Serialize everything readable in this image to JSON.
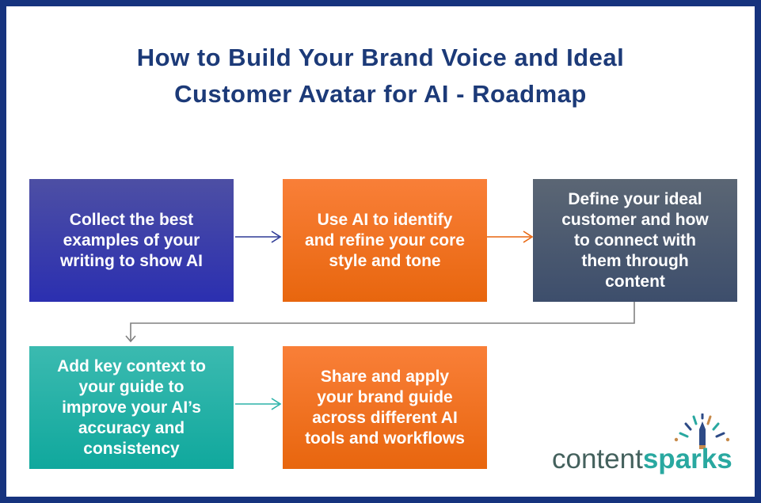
{
  "page": {
    "title": "How to Build Your Brand Voice and Ideal\nCustomer Avatar for AI - Roadmap",
    "title_color": "#1c3a78",
    "border_color": "#16337e",
    "background_color": "#ffffff"
  },
  "steps": [
    {
      "id": 1,
      "text": "Collect the best\nexamples of your\nwriting to show AI",
      "color_top": "#4d4fa4",
      "color_bottom": "#2b2fb0",
      "text_color": "#ffffff"
    },
    {
      "id": 2,
      "text": "Use AI to identify\nand refine your core\nstyle and tone",
      "color_top": "#f97f38",
      "color_bottom": "#e8660e",
      "text_color": "#ffffff"
    },
    {
      "id": 3,
      "text": "Define your ideal\ncustomer and how\nto connect with\nthem through\ncontent",
      "color_top": "#5b6674",
      "color_bottom": "#3d4e6c",
      "text_color": "#ffffff"
    },
    {
      "id": 4,
      "text": "Add key context to\nyour guide to\nimprove your AI’s\naccuracy and\nconsistency",
      "color_top": "#3bbab0",
      "color_bottom": "#10a89d",
      "text_color": "#ffffff"
    },
    {
      "id": 5,
      "text": "Share and apply\nyour brand guide\nacross different AI\ntools and workflows",
      "color_top": "#f97f38",
      "color_bottom": "#e8660e",
      "text_color": "#ffffff"
    }
  ],
  "connectors": [
    {
      "from": 1,
      "to": 2,
      "type": "straight-right",
      "color": "#2e3a96"
    },
    {
      "from": 2,
      "to": 3,
      "type": "straight-right",
      "color": "#e8650e"
    },
    {
      "from": 3,
      "to": 4,
      "type": "elbow-down-left-down",
      "color": "#808080"
    },
    {
      "from": 4,
      "to": 5,
      "type": "straight-right",
      "color": "#2bb3a9"
    }
  ],
  "logo": {
    "word_content": "content",
    "word_sparks": "sparks",
    "content_color": "#44615d",
    "sparks_color": "#29a8a0",
    "spark_ray_colors": [
      "#29a8a0",
      "#2d4a86",
      "#c78a4a"
    ]
  }
}
